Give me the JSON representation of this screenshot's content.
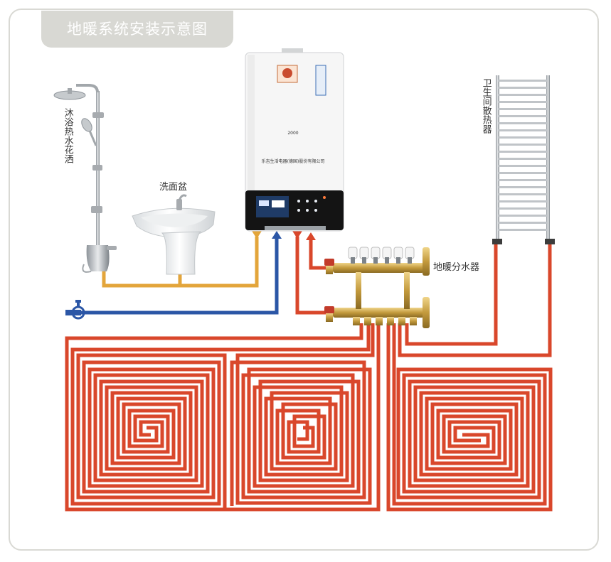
{
  "title": "地暖系统安装示意图",
  "labels": {
    "shower": "沐浴热水花洒",
    "washbasin": "洗面盆",
    "towel_radiator": "卫生间散热器",
    "manifold": "地暖分水器"
  },
  "boiler": {
    "brand_text": "乐吉生活电器(德国)股份有限公司",
    "model_text": "2000"
  },
  "colors": {
    "frame": "#d9d9d4",
    "title_bg": "#d8d8d3",
    "hot_pipe": "#d9472b",
    "cold_pipe": "#2b56a6",
    "domestic_hot_pipe": "#e3a53b",
    "brass": "#c8a24a",
    "chrome": "#b8bcc0"
  },
  "icons": {
    "shower": "shower-head-icon",
    "basin": "washbasin-icon",
    "boiler": "wall-boiler-icon",
    "radiator": "towel-radiator-icon",
    "manifold": "manifold-icon",
    "cold_tap": "water-tap-icon"
  }
}
